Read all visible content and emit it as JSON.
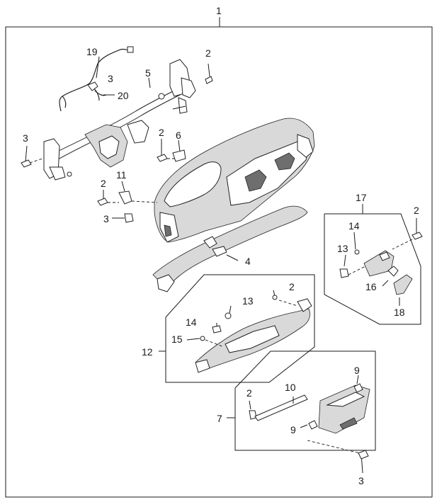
{
  "callouts": {
    "c1": "1",
    "c19": "19",
    "c2a": "2",
    "c5": "5",
    "c3a": "3",
    "c20": "20",
    "c3b": "3",
    "c2b": "2",
    "c6": "6",
    "c11": "11",
    "c2c": "2",
    "c3c": "3",
    "c4": "4",
    "c17": "17",
    "c2d": "2",
    "c14a": "14",
    "c13a": "13",
    "c16": "16",
    "c18": "18",
    "c2e": "2",
    "c13b": "13",
    "c14b": "14",
    "c15": "15",
    "c12": "12",
    "c9a": "9",
    "c2f": "2",
    "c10": "10",
    "c7": "7",
    "c9b": "9",
    "c3d": "3"
  }
}
